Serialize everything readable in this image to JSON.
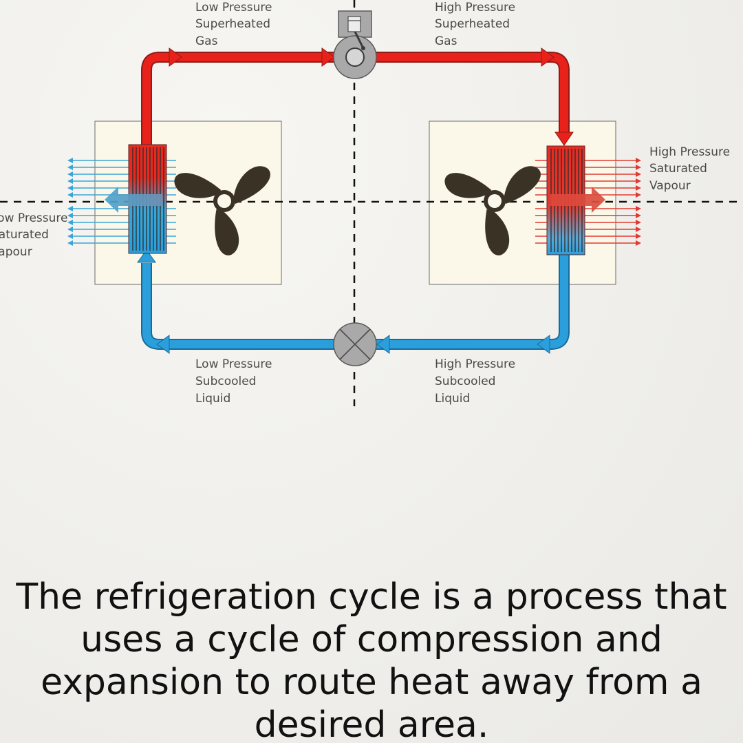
{
  "labels": {
    "top_left": [
      "Low Pressure",
      "Superheated",
      "Gas"
    ],
    "top_right": [
      "High Pressure",
      "Superheated",
      "Gas"
    ],
    "right": [
      "High Pressure",
      "Saturated",
      "Vapour"
    ],
    "left": [
      "Low Pressure",
      "Saturated",
      "Vapour"
    ],
    "bottom_left": [
      "Low Pressure",
      "Subcooled",
      "Liquid"
    ],
    "bottom_right": [
      "High Pressure",
      "Subcooled",
      "Liquid"
    ]
  },
  "caption": "The refrigeration cycle is a process that uses a cycle of compression and expansion to route heat away from a desired area.",
  "icons": {
    "compressor": "compressor-icon",
    "expansion_valve": "expansion-valve-icon",
    "fan_left": "fan-icon",
    "fan_right": "fan-icon"
  },
  "colors": {
    "hot_pipe": "#e8211b",
    "cold_pipe": "#2a9fdc",
    "unit_box": "#fbf8ea",
    "fan": "#3b3226",
    "component_gray": "#a9a9a9"
  }
}
